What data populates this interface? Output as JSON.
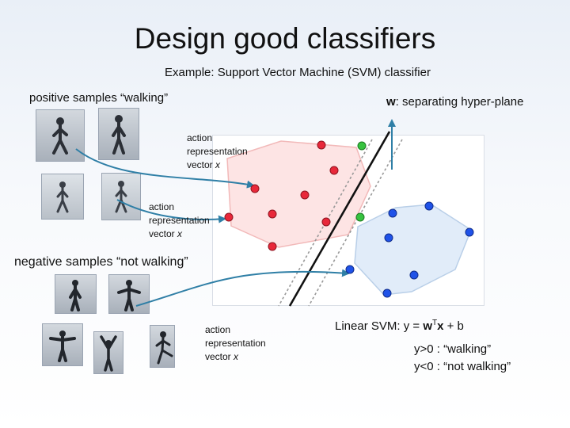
{
  "title": "Design good classifiers",
  "subtitle": "Example: Support Vector Machine (SVM) classifier",
  "positive_label": "positive samples “walking”",
  "negative_label": "negative samples “not walking”",
  "hyperplane_label": {
    "w": "w",
    "text": ": separating hyper-plane"
  },
  "action_rep": {
    "line1": "action",
    "line2": "representation",
    "line3": "vector ",
    "var": "x"
  },
  "svm_equation": {
    "prefix": "Linear SVM: y = ",
    "w": "w",
    "sup": "T",
    "x": "x",
    "suffix": " + b"
  },
  "cond_pos": "y>0 : “walking”",
  "cond_neg": "y<0 : “not walking”",
  "colors": {
    "red": "#e8283a",
    "green": "#37c23f",
    "blue": "#1f52e8",
    "pos_region": "#fde4e4",
    "neg_region": "#e1ecf9",
    "arrow": "#2f7fa6"
  },
  "icons": [
    "person-walking-icon",
    "person-standing-icon",
    "person-waving-icon",
    "person-arms-up-icon",
    "person-kicking-icon"
  ]
}
